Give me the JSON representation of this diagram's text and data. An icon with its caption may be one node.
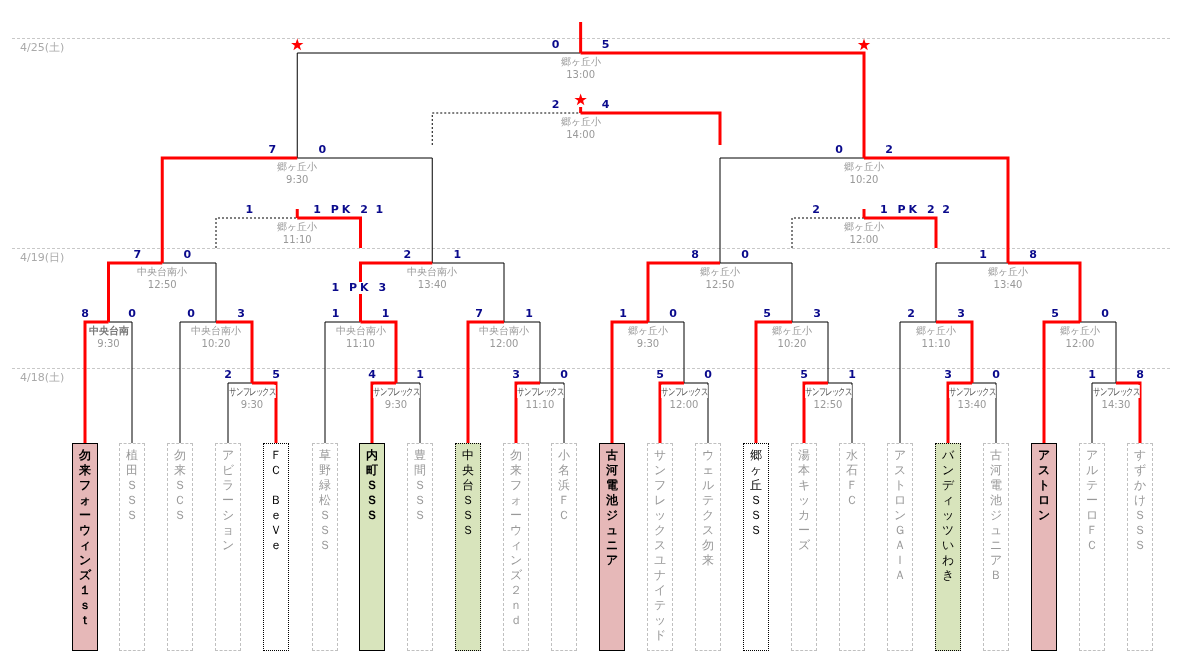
{
  "diagram": {
    "nodes": [
      {
        "text": [
          "郷ヶ丘小",
          "13:00"
        ]
      },
      {
        "text": [
          "郷ヶ丘小",
          "14:00"
        ]
      },
      {
        "text": [
          "郷ヶ丘小",
          "9:30"
        ]
      },
      {
        "text": [
          "郷ヶ丘小",
          "10:20"
        ]
      },
      {
        "text": [
          "郷ヶ丘小",
          "11:10"
        ]
      },
      {
        "text": [
          "郷ヶ丘小",
          "12:00"
        ]
      },
      {
        "text": [
          "中央台南小",
          "12:50"
        ]
      },
      {
        "text": [
          "中央台南小",
          "13:40"
        ]
      },
      {
        "text": [
          "郷ヶ丘小",
          "12:50"
        ]
      },
      {
        "text": [
          "郷ヶ丘小",
          "13:40"
        ]
      },
      {
        "text": [
          "中央台南",
          "9:30"
        ]
      },
      {
        "text": [
          "中央台南小",
          "10:20"
        ]
      },
      {
        "text": [
          "中央台南小",
          "11:10"
        ],
        "beside": [
          "1 PK 3"
        ]
      },
      {
        "text": [
          "中央台南小",
          "12:00"
        ]
      },
      {
        "text": [
          "郷ヶ丘小",
          "9:30"
        ]
      },
      {
        "text": [
          "郷ヶ丘小",
          "10:20"
        ]
      },
      {
        "text": [
          "郷ヶ丘小",
          "11:10"
        ]
      },
      {
        "text": [
          "郷ヶ丘小",
          "12:00"
        ]
      },
      {
        "text": [
          "サンフレックス",
          "9:30"
        ]
      },
      {
        "text": [
          "サンフレックス",
          "9:30"
        ]
      },
      {
        "text": [
          "サンフレックス",
          "11:10"
        ]
      },
      {
        "text": [
          "サンフレックス",
          "12:00"
        ]
      },
      {
        "text": [
          "サンフレックス",
          "12:50"
        ]
      },
      {
        "text": [
          "サンフレックス",
          "13:40"
        ]
      },
      {
        "text": [
          "サンフレックス",
          "14:30"
        ]
      },
      {
        "text": [
          "勿来フォーウィンズ１ｓｔ"
        ]
      },
      {
        "text": [
          "植田ＳＳＳ"
        ]
      },
      {
        "text": [
          "勿来ＳＣＳ"
        ]
      },
      {
        "text": [
          "アビラーション"
        ]
      },
      {
        "text": [
          "ＦＣ",
          "ＢｅＶｅ"
        ]
      },
      {
        "text": [
          "草野緑松ＳＳＳ"
        ]
      },
      {
        "text": [
          "内町ＳＳＳ"
        ]
      },
      {
        "text": [
          "豊間ＳＳＳ"
        ]
      },
      {
        "text": [
          "中央台ＳＳＳ"
        ]
      },
      {
        "text": [
          "勿来フォーウィンズ２ｎｄ"
        ]
      },
      {
        "text": [
          "小名浜ＦＣ"
        ]
      },
      {
        "text": [
          "古河電池ジュニア"
        ]
      },
      {
        "text": [
          "サンフレックスユナイテッド"
        ]
      },
      {
        "text": [
          "ウェルテクス勿来"
        ]
      },
      {
        "text": [
          "郷ヶ丘ＳＳＳ"
        ]
      },
      {
        "text": [
          "湯本キッカーズ"
        ]
      },
      {
        "text": [
          "水石ＦＣ"
        ]
      },
      {
        "text": [
          "アストロンＧＡＩＡ"
        ]
      },
      {
        "text": [
          "バンディッツいわき"
        ]
      },
      {
        "text": [
          "古河電池ジュニアＢ"
        ]
      },
      {
        "text": [
          "アストロン"
        ]
      },
      {
        "text": [
          "アルテーロＦＣ"
        ]
      },
      {
        "text": [
          "すずかけＳＳＳ"
        ]
      }
    ],
    "edges": [
      {
        "from": 2,
        "to": 0,
        "arrow": "none",
        "label": "0",
        "color": "#000000"
      },
      {
        "from": 3,
        "to": 0,
        "arrow": "none",
        "label": "5"
      },
      {
        "from": 0,
        "to": null,
        "arrow": "none"
      },
      {
        "from": null,
        "to": 1,
        "arrow": "none",
        "label": "2",
        "style": "dashed",
        "color": "#000000"
      },
      {
        "from": null,
        "to": 1,
        "arrow": "none",
        "label": "4"
      },
      {
        "from": 1,
        "to": null,
        "arrow": "other"
      },
      {
        "from": 6,
        "to": 2,
        "arrow": "none",
        "label": "7"
      },
      {
        "from": 7,
        "to": 2,
        "arrow": "none",
        "label": "0",
        "color": "#000000"
      },
      {
        "from": 8,
        "to": 3,
        "arrow": "none",
        "label": "0",
        "color": "#000000"
      },
      {
        "from": 9,
        "to": 3,
        "arrow": "none",
        "label": "2"
      },
      {
        "from": null,
        "to": 4,
        "arrow": "none",
        "label": "1",
        "style": "dashed",
        "color": "#000000"
      },
      {
        "from": null,
        "to": 4,
        "arrow": "none",
        "label": "1"
      },
      {
        "from": 4,
        "to": null,
        "arrow": "none"
      },
      {
        "from": null,
        "to": 5,
        "arrow": "none",
        "label": "2",
        "style": "dashed",
        "color": "#000000"
      },
      {
        "from": null,
        "to": 5,
        "arrow": "none",
        "label": "2"
      },
      {
        "from": 5,
        "to": null,
        "arrow": "none"
      },
      {
        "from": 10,
        "to": 6,
        "arrow": "none",
        "label": "7"
      },
      {
        "from": 11,
        "to": 6,
        "arrow": "none",
        "label": "0",
        "color": "#000000"
      },
      {
        "from": 12,
        "to": 7,
        "arrow": "none",
        "label": "2"
      },
      {
        "from": 13,
        "to": 7,
        "arrow": "none",
        "label": "1",
        "color": "#000000"
      },
      {
        "from": 14,
        "to": 8,
        "arrow": "none",
        "label": "8"
      },
      {
        "from": 15,
        "to": 8,
        "arrow": "none",
        "label": "0",
        "color": "#000000"
      },
      {
        "from": 16,
        "to": 9,
        "arrow": "none",
        "label": "1",
        "color": "#000000"
      },
      {
        "from": 17,
        "to": 9,
        "arrow": "none",
        "label": "8"
      },
      {
        "from": 25,
        "to": 10,
        "arrow": "none",
        "label": "8"
      },
      {
        "from": 26,
        "to": 10,
        "arrow": "none",
        "label": "0",
        "color": "#000000"
      },
      {
        "from": 27,
        "to": 11,
        "arrow": "none",
        "label": "0",
        "color": "#000000"
      },
      {
        "from": 18,
        "to": 11,
        "arrow": "none",
        "label": "3"
      },
      {
        "from": 30,
        "to": 12,
        "arrow": "none",
        "label": "1",
        "color": "#000000"
      },
      {
        "from": 19,
        "to": 12,
        "arrow": "none",
        "label": "1"
      },
      {
        "from": 33,
        "to": 13,
        "arrow": "none",
        "label": "7"
      },
      {
        "from": 20,
        "to": 13,
        "arrow": "none",
        "label": "1",
        "color": "#000000"
      },
      {
        "from": 36,
        "to": 14,
        "arrow": "none",
        "label": "1"
      },
      {
        "from": 21,
        "to": 14,
        "arrow": "none",
        "label": "0",
        "color": "#000000"
      },
      {
        "from": 39,
        "to": 15,
        "arrow": "none",
        "label": "5"
      },
      {
        "from": 22,
        "to": 15,
        "arrow": "none",
        "label": "3",
        "color": "#000000"
      },
      {
        "from": 42,
        "to": 16,
        "arrow": "none",
        "label": "2",
        "color": "#000000"
      },
      {
        "from": 23,
        "to": 16,
        "arrow": "none",
        "label": "3"
      },
      {
        "from": 45,
        "to": 17,
        "arrow": "none",
        "label": "5"
      },
      {
        "from": 24,
        "to": 17,
        "arrow": "none",
        "label": "0",
        "color": "#000000"
      },
      {
        "from": 28,
        "to": 18,
        "arrow": "none",
        "label": "2",
        "color": "#000000"
      },
      {
        "from": 29,
        "to": 18,
        "arrow": "none",
        "label": "5"
      },
      {
        "from": 31,
        "to": 19,
        "arrow": "none",
        "label": "4"
      },
      {
        "from": 32,
        "to": 19,
        "arrow": "none",
        "label": "1",
        "color": "#000000"
      },
      {
        "from": 34,
        "to": 20,
        "arrow": "none",
        "label": "3"
      },
      {
        "from": 35,
        "to": 20,
        "arrow": "none",
        "label": "0",
        "color": "#000000"
      },
      {
        "from": 37,
        "to": 21,
        "arrow": "none",
        "label": "5"
      },
      {
        "from": 38,
        "to": 21,
        "arrow": "none",
        "label": "0",
        "color": "#000000"
      },
      {
        "from": 40,
        "to": 22,
        "arrow": "none",
        "label": "5"
      },
      {
        "from": 41,
        "to": 22,
        "arrow": "none",
        "label": "1",
        "color": "#000000"
      },
      {
        "from": 43,
        "to": 23,
        "arrow": "none",
        "label": "3"
      },
      {
        "from": 44,
        "to": 23,
        "arrow": "none",
        "label": "0",
        "color": "#000000"
      },
      {
        "from": 46,
        "to": 24,
        "arrow": "none",
        "label": "1",
        "color": "#000000"
      },
      {
        "from": 47,
        "to": 24,
        "arrow": "none",
        "label": "8"
      }
    ],
    "labels": [
      "4/25(土)",
      "1 PK 2",
      "1 PK 2",
      "4/19(日)",
      "4/18(土)"
    ]
  }
}
